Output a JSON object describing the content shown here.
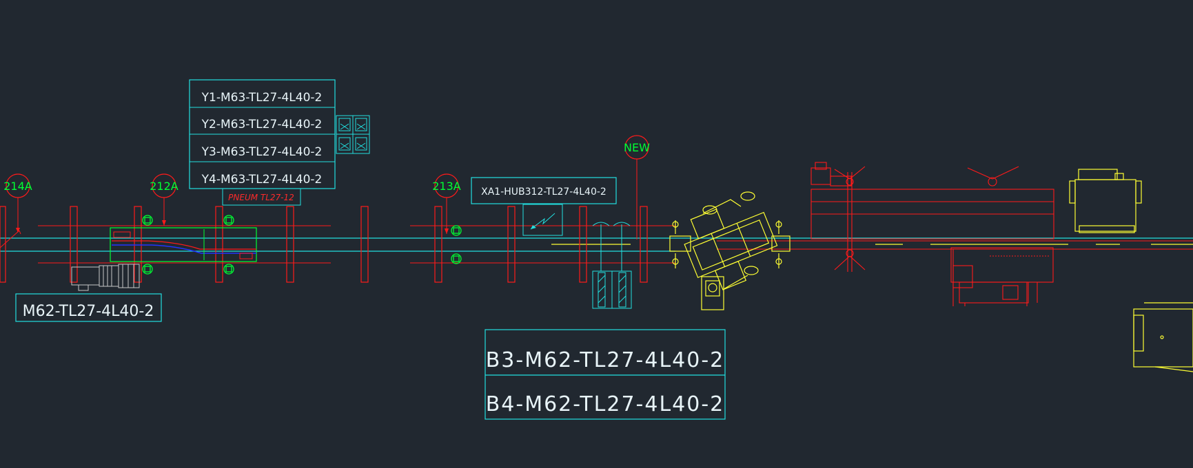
{
  "colors": {
    "background": "#212830",
    "red": "#ff1a1a",
    "cyan": "#22e0e0",
    "yellow": "#ffff33",
    "green": "#00ff33",
    "blue": "#2233ff",
    "white": "#e8f4f8"
  },
  "markers": {
    "m214a": "214A",
    "m212a": "212A",
    "m213a": "213A",
    "new": "NEW"
  },
  "valve_table": {
    "rows": [
      "Y1-M63-TL27-4L40-2",
      "Y2-M63-TL27-4L40-2",
      "Y3-M63-TL27-4L40-2",
      "Y4-M63-TL27-4L40-2"
    ],
    "sub_label": "PNEUM TL27-12"
  },
  "hub_label": "XA1-HUB312-TL27-4L40-2",
  "motor_label": "M62-TL27-4L40-2",
  "bottom_table": {
    "rows": [
      "B3-M62-TL27-4L40-2",
      "B4-M62-TL27-4L40-2"
    ]
  }
}
